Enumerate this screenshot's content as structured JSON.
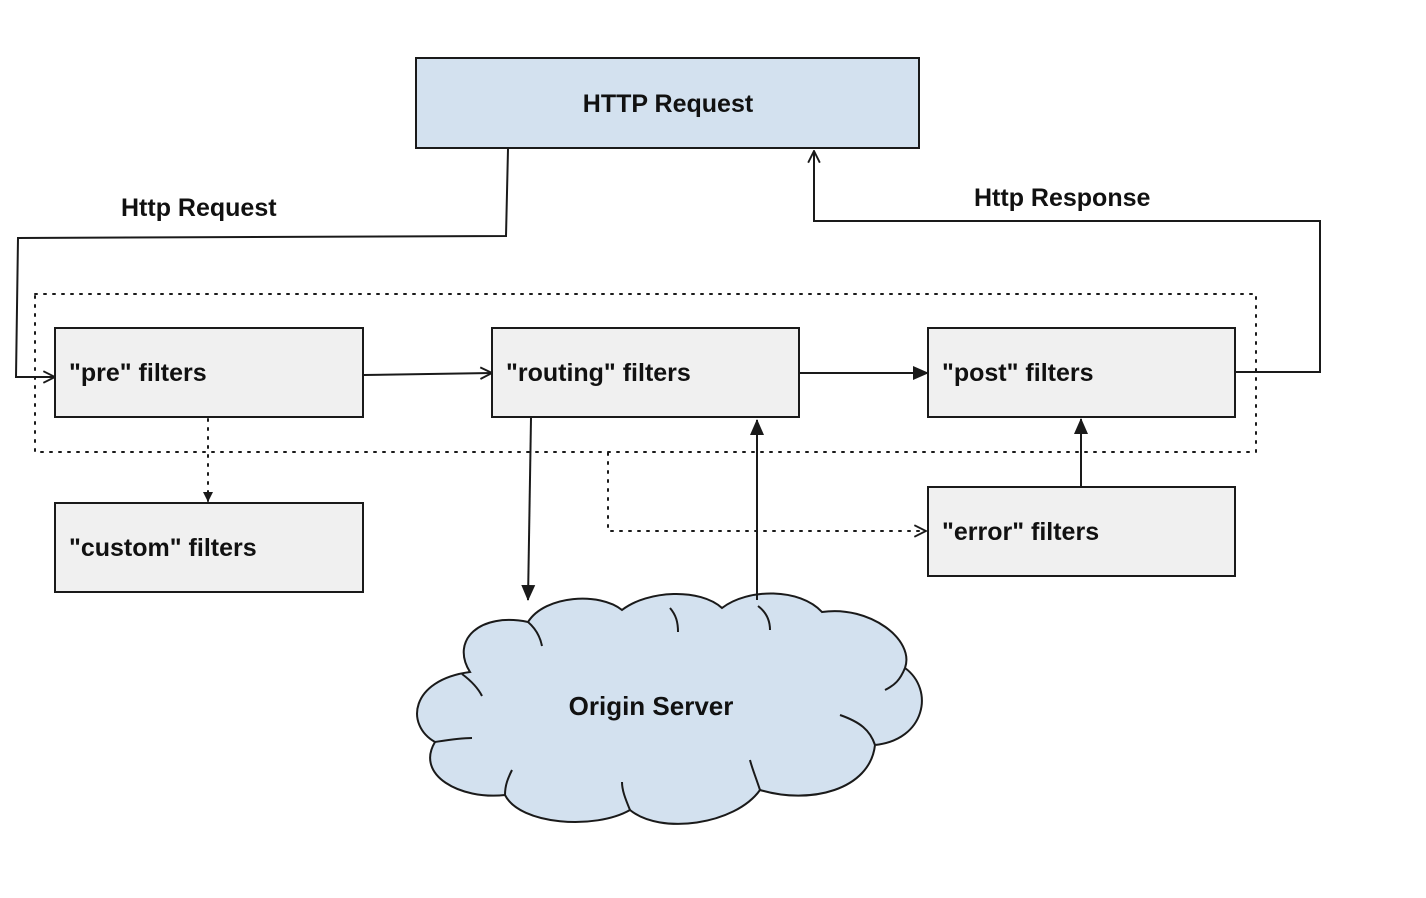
{
  "diagram": {
    "nodes": {
      "http_request": {
        "label": "HTTP Request"
      },
      "pre_filters": {
        "label": "\"pre\" filters"
      },
      "routing_filters": {
        "label": "\"routing\" filters"
      },
      "post_filters": {
        "label": "\"post\" filters"
      },
      "custom_filters": {
        "label": "\"custom\" filters"
      },
      "error_filters": {
        "label": "\"error\" filters"
      },
      "origin_server": {
        "label": "Origin Server"
      }
    },
    "edges": {
      "request_label": "Http Request",
      "response_label": "Http Response"
    },
    "colors": {
      "request_fill": "#d3e1ef",
      "filter_fill": "#f0f0f0",
      "cloud_fill": "#d3e1ef",
      "stroke": "#1a1a1a"
    }
  }
}
